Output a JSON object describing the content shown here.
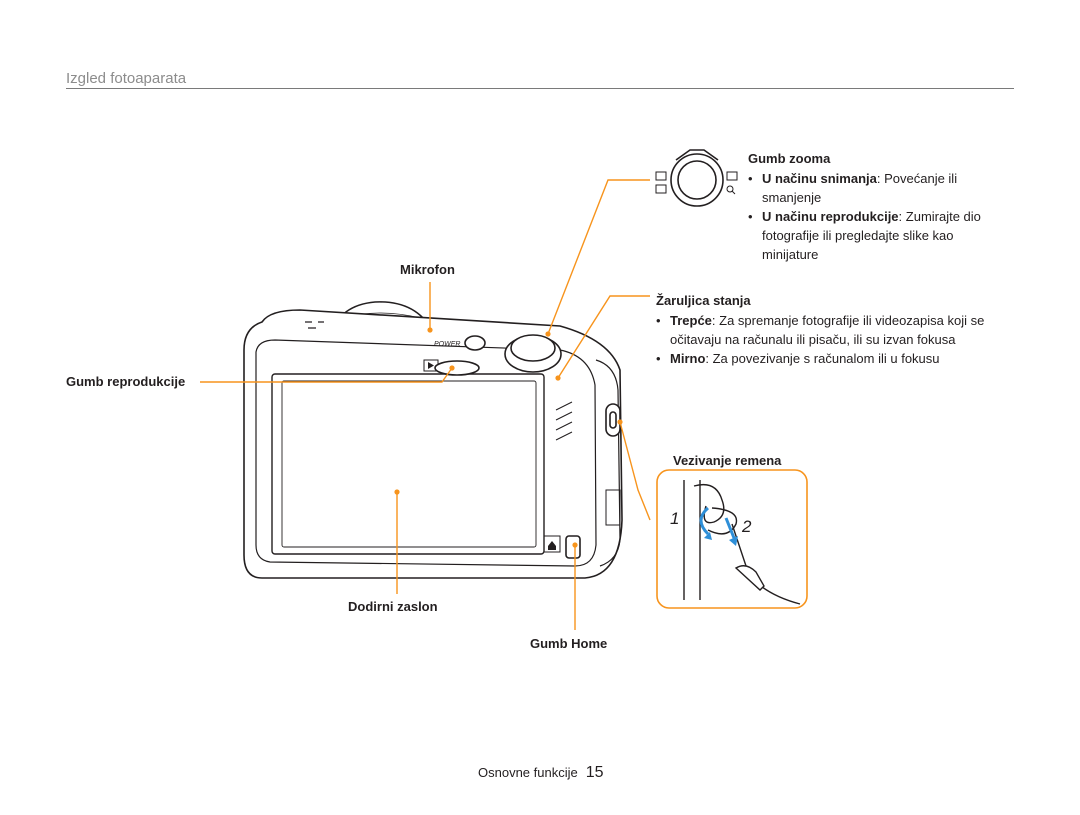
{
  "section": {
    "title": "Izgled fotoaparata"
  },
  "labels": {
    "mikrofon": "Mikrofon",
    "playback": "Gumb reprodukcije",
    "touchscreen": "Dodirni zaslon",
    "home": "Gumb Home",
    "zoom": "Gumb zooma",
    "status_lamp": "Žaruljica stanja",
    "strap": "Vezivanje remena"
  },
  "zoom_desc": [
    {
      "term": "U načinu snimanja",
      "text": ": Povećanje ili smanjenje"
    },
    {
      "term": "U načinu reprodukcije",
      "text": ": Zumirajte dio fotografije ili pregledajte slike kao minijature"
    }
  ],
  "status_desc": [
    {
      "term": "Trepće",
      "text": ": Za spremanje fotografije ili videozapisa koji se očitavaju na računalu ili pisaču, ili su izvan fokusa"
    },
    {
      "term": "Mirno",
      "text": ": Za povezivanje s računalom ili u fokusu"
    }
  ],
  "camera": {
    "power_text": "POWER"
  },
  "strap_steps": {
    "step1": "1",
    "step2": "2"
  },
  "footer": {
    "section": "Osnovne funkcije",
    "page": "15"
  },
  "colors": {
    "callout": "#f7941d",
    "arrow": "#2e8fd8",
    "text": "#231f20"
  }
}
